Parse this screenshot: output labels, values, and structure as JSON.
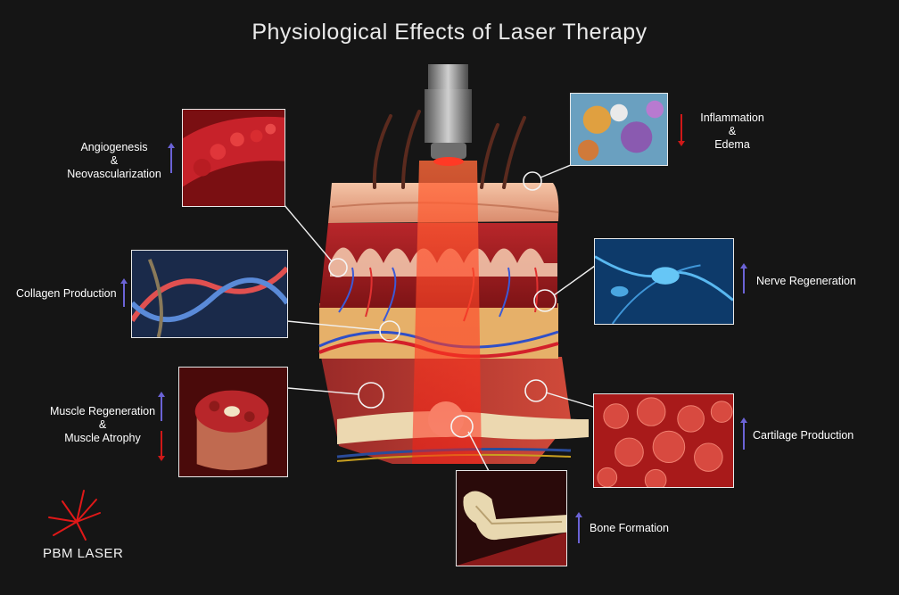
{
  "title": "Physiological Effects of Laser Therapy",
  "colors": {
    "background": "#151515",
    "increase_arrow": "#6b63d6",
    "decrease_arrow": "#d01818",
    "laser": "#ff2a1a"
  },
  "effects": {
    "angiogenesis": {
      "line1": "Angiogenesis",
      "line2": "&",
      "line3": "Neovascularization",
      "direction": "up"
    },
    "collagen": {
      "label": "Collagen Production",
      "direction": "up"
    },
    "muscle": {
      "line1": "Muscle Regeneration",
      "line2": "&",
      "line3": "Muscle Atrophy",
      "direction_regeneration": "up",
      "direction_atrophy": "down"
    },
    "inflammation": {
      "line1": "Inflammation",
      "line2": "&",
      "line3": "Edema",
      "direction": "down"
    },
    "nerve": {
      "label": "Nerve Regeneration",
      "direction": "up"
    },
    "cartilage": {
      "label": "Cartilage Production",
      "direction": "up"
    },
    "bone": {
      "label": "Bone Formation",
      "direction": "up"
    }
  },
  "logo": {
    "text": "PBM LASER"
  }
}
